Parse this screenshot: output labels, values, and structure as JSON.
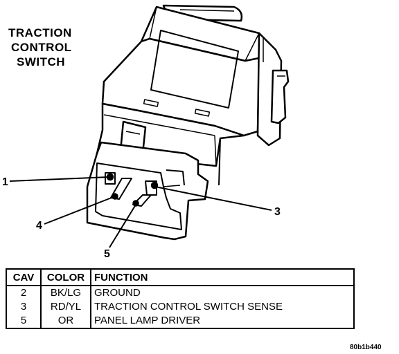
{
  "title": {
    "line1": "TRACTION",
    "line2": "CONTROL",
    "line3": "SWITCH"
  },
  "callouts": {
    "pin1": "1",
    "pin3": "3",
    "pin4": "4",
    "pin5": "5"
  },
  "table": {
    "headers": {
      "cav": "CAV",
      "color": "COLOR",
      "function": "FUNCTION"
    },
    "rows": [
      {
        "cav": "2",
        "color": "BK/LG",
        "function": "GROUND"
      },
      {
        "cav": "3",
        "color": "RD/YL",
        "function": "TRACTION CONTROL SWITCH SENSE"
      },
      {
        "cav": "5",
        "color": "OR",
        "function": "PANEL LAMP DRIVER"
      }
    ]
  },
  "figure_id": "80b1b440"
}
